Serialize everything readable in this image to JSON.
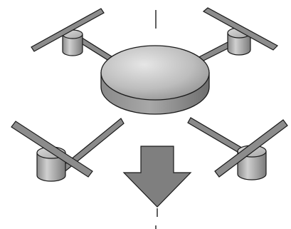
{
  "colors": {
    "background": "#ffffff",
    "outline": "#1a1a1a",
    "arm": "#8a8a8a",
    "blade": "#8c8c8c",
    "motor_light": "#c4c4c4",
    "motor_dark": "#777777",
    "body_top_light": "#dedede",
    "body_top_dark": "#9a9a9a",
    "body_side": "#8e8e8e",
    "arrow": "#7f7f7f",
    "axis_line": "#2a2a2a"
  },
  "icons": {
    "body": "central-hub-disc",
    "motor": "cylinder-motor",
    "propeller": "propeller-blade",
    "arrow": "down-arrow-thrust"
  }
}
